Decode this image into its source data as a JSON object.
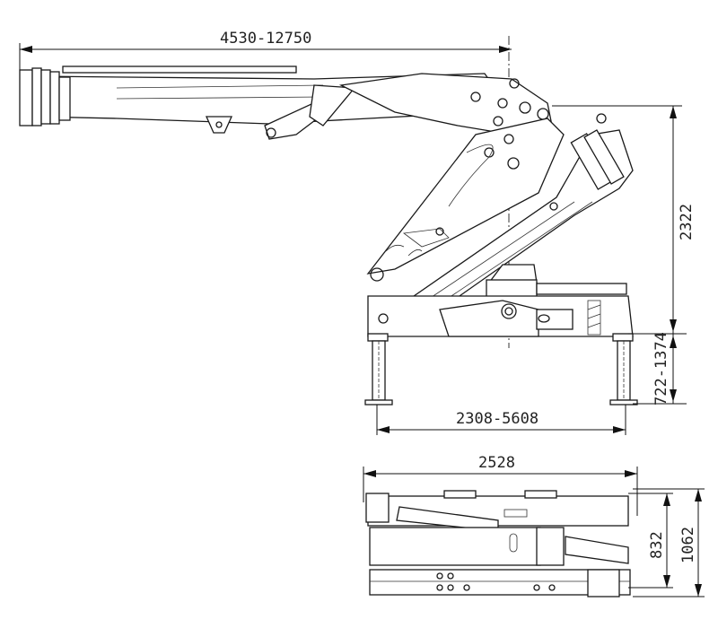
{
  "title": "Knuckle boom crane dimension drawing",
  "dimensions": {
    "boom_reach": "4530-12750",
    "height_above_base": "2322",
    "leg_extension": "722-1374",
    "outrigger_span": "2308-5608",
    "stowed_length": "2528",
    "stowed_height_inner": "832",
    "stowed_height_total": "1062"
  }
}
